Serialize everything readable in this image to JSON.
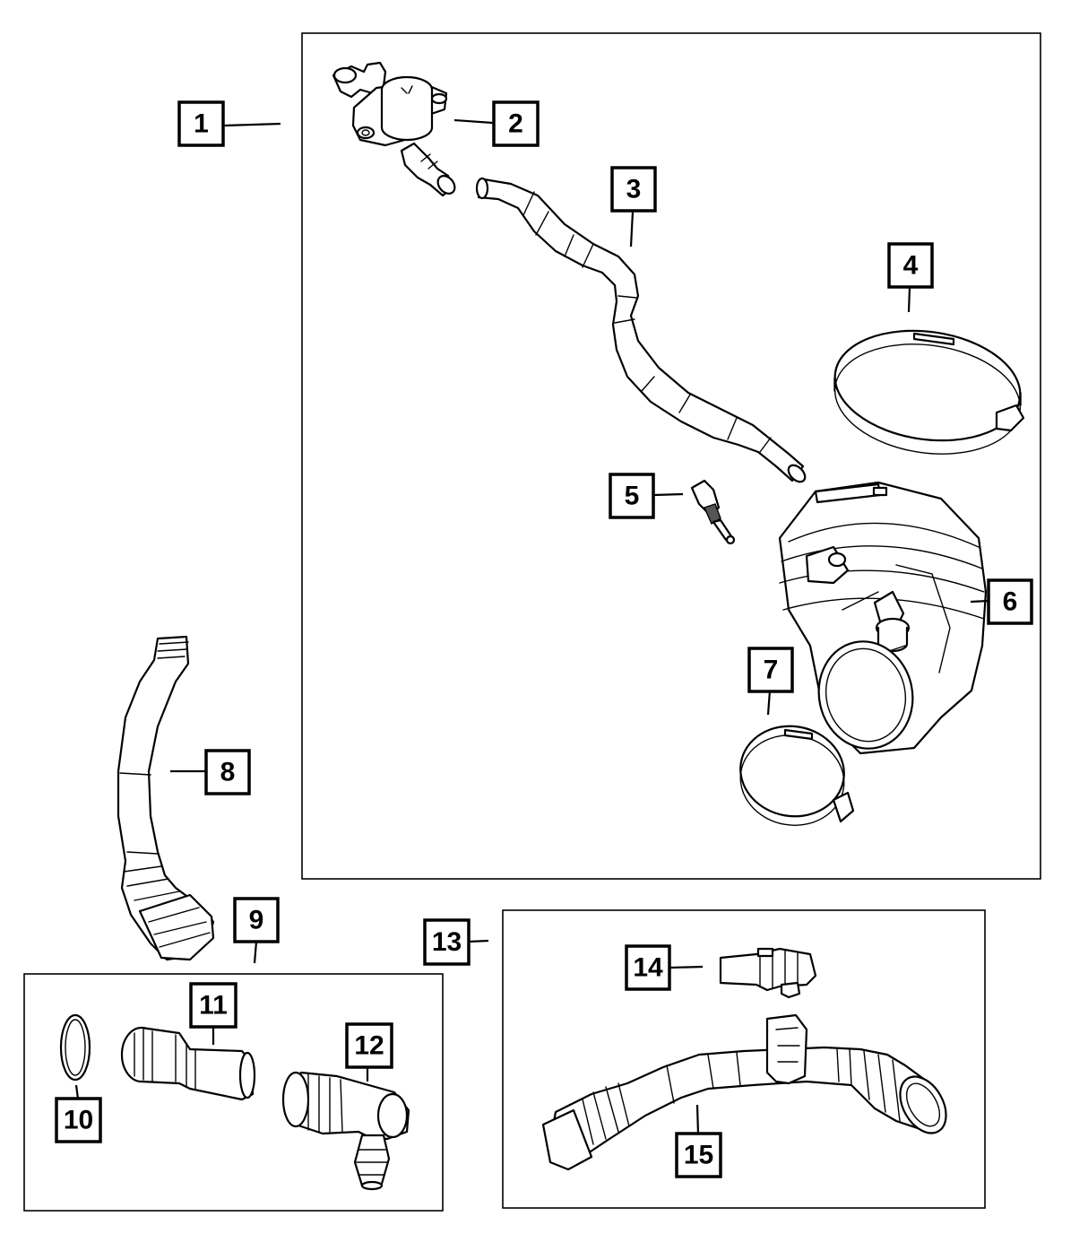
{
  "colors": {
    "line": "#000000",
    "background": "#ffffff",
    "shade": "#d9d9d9"
  },
  "callouts": [
    {
      "id": "1",
      "label": "1"
    },
    {
      "id": "2",
      "label": "2"
    },
    {
      "id": "3",
      "label": "3"
    },
    {
      "id": "4",
      "label": "4"
    },
    {
      "id": "5",
      "label": "5"
    },
    {
      "id": "6",
      "label": "6"
    },
    {
      "id": "7",
      "label": "7"
    },
    {
      "id": "8",
      "label": "8"
    },
    {
      "id": "9",
      "label": "9"
    },
    {
      "id": "10",
      "label": "10"
    },
    {
      "id": "11",
      "label": "11"
    },
    {
      "id": "12",
      "label": "12"
    },
    {
      "id": "13",
      "label": "13"
    },
    {
      "id": "14",
      "label": "14"
    },
    {
      "id": "15",
      "label": "15"
    }
  ]
}
